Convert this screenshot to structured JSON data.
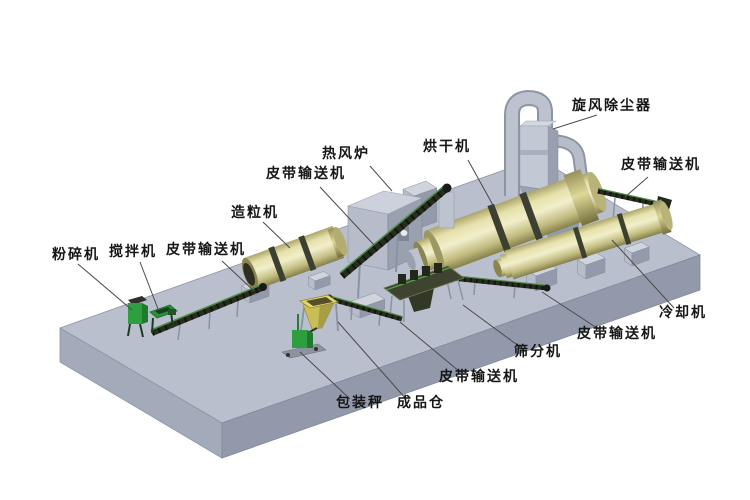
{
  "diagram_type": "fertilizer-production-line-flow",
  "labels": [
    {
      "id": "crusher",
      "text": "粉碎机"
    },
    {
      "id": "mixer",
      "text": "搅拌机"
    },
    {
      "id": "belt-conveyor-1",
      "text": "皮带输送机"
    },
    {
      "id": "granulator",
      "text": "造粒机"
    },
    {
      "id": "belt-conveyor-2",
      "text": "皮带输送机"
    },
    {
      "id": "hot-air-furnace",
      "text": "热风炉"
    },
    {
      "id": "dryer",
      "text": "烘干机"
    },
    {
      "id": "cyclone-dust-collector",
      "text": "旋风除尘器"
    },
    {
      "id": "belt-conveyor-3",
      "text": "皮带输送机"
    },
    {
      "id": "cooler",
      "text": "冷却机"
    },
    {
      "id": "belt-conveyor-4",
      "text": "皮带输送机"
    },
    {
      "id": "screening-machine",
      "text": "筛分机"
    },
    {
      "id": "belt-conveyor-5",
      "text": "皮带输送机"
    },
    {
      "id": "finished-product-bin",
      "text": "成品仓"
    },
    {
      "id": "packing-scale",
      "text": "包装秤"
    }
  ],
  "colors": {
    "background": "#ffffff",
    "platform_top": "#b9bfcc",
    "platform_left_face": "#a3aab9",
    "platform_right_face": "#9199aa",
    "drum_yellow": "#d9d49a",
    "drum_band_dark": "#3c4030",
    "machine_green": "#2f9e3f",
    "pipe_gray": "#b6bdc9",
    "belt_dark": "#272c1e",
    "label_text": "#161616"
  }
}
